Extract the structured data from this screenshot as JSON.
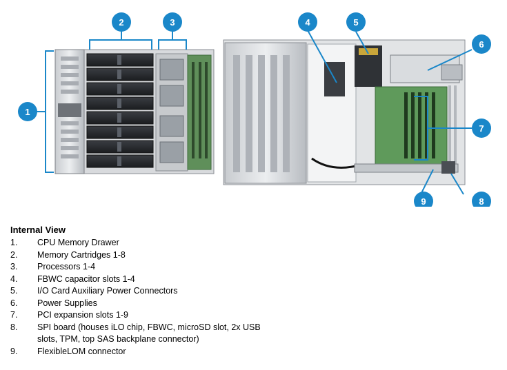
{
  "figure": {
    "callouts": [
      "1",
      "2",
      "3",
      "4",
      "5",
      "6",
      "7",
      "8",
      "9"
    ],
    "callout_color": "#1a87c9"
  },
  "legend": {
    "title": "Internal View",
    "items": [
      {
        "num": "1.",
        "text": "CPU Memory Drawer"
      },
      {
        "num": "2.",
        "text": "Memory Cartridges 1-8"
      },
      {
        "num": "3.",
        "text": "Processors 1-4"
      },
      {
        "num": "4.",
        "text": "FBWC capacitor slots 1-4"
      },
      {
        "num": "5.",
        "text": "I/O Card Auxiliary Power Connectors"
      },
      {
        "num": "6.",
        "text": "Power Supplies"
      },
      {
        "num": "7.",
        "text": "PCI expansion slots 1-9"
      },
      {
        "num": "8.",
        "text": "SPI board (houses iLO chip, FBWC, microSD slot, 2x USB slots, TPM, top SAS backplane connector)"
      },
      {
        "num": "9.",
        "text": "FlexibleLOM connector"
      }
    ]
  }
}
